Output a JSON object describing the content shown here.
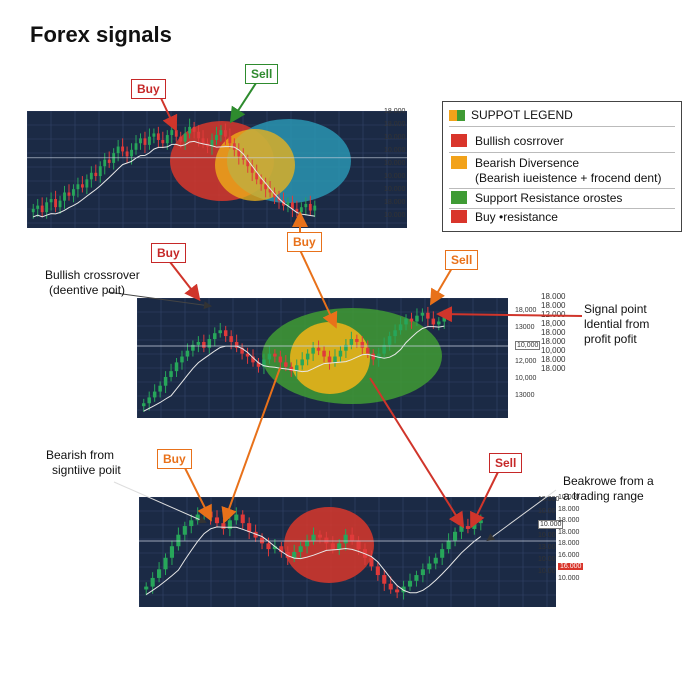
{
  "title": "Forex signals",
  "colors": {
    "panel_bg": "#1b2a45",
    "bull": "#27a65a",
    "bear": "#e03a3a",
    "grid": "#34456a",
    "zone_red": "#d8372b",
    "zone_yellow": "#f2b418",
    "zone_green": "#3f9b34",
    "zone_teal": "#2a9bb8",
    "arrow_orange": "#e8711a",
    "arrow_red": "#d0352b",
    "arrow_green": "#2e8b2e"
  },
  "legend": {
    "title": "SUPPOT LEGEND",
    "items": [
      {
        "label": "Bullish cosrrover",
        "color": "#d9352b"
      },
      {
        "label": "Bearish Diversence",
        "sub": "(Bearish iueistence + frocend dent)",
        "color": "#f2a21a"
      },
      {
        "label": "Support Resistance orostes",
        "color": "#3f9b34"
      },
      {
        "label": "Buy •resistance",
        "color": "#d9352b"
      }
    ]
  },
  "signals": {
    "p1_buy": "Buy",
    "p1_sell": "Sell",
    "p1_buy_below": "Buy",
    "p2_buy": "Buy",
    "p2_sell": "Sell",
    "p3_buy": "Buy",
    "p3_sell": "Sell"
  },
  "notes": {
    "p2_left": [
      "Bullish crossrover",
      "(deentive poit)"
    ],
    "p2_right": [
      "Signal point",
      "ldential from",
      "profit pofit"
    ],
    "p3_left": [
      "Bearish from",
      "signtiive poiit"
    ],
    "p3_right": [
      "Beakrowe from a",
      "a trading range"
    ]
  },
  "scales": {
    "p1": [
      "18.000",
      "18.000",
      "10.000",
      "10.000",
      "10.000",
      "10.000",
      "10.000",
      "18.000",
      "10.000"
    ],
    "p2": [
      "18,000",
      "13000",
      "10,000",
      "12,000",
      "10,000",
      "13000"
    ],
    "p2_right": [
      "18.000",
      "18.000",
      "12.000",
      "18,000",
      "18.000",
      "18.000",
      "10,000",
      "18.000",
      "18.000"
    ],
    "p3": [
      "18.000",
      "10.00",
      "10.000",
      "10.00",
      "13.00",
      "10.00",
      "10.00"
    ],
    "p3_right": [
      "10.000",
      "18.000",
      "18.000",
      "18.000",
      "18.000",
      "16.000",
      "16.000",
      "10.000"
    ]
  },
  "chart_data": [
    {
      "type": "candlestick",
      "title": "",
      "closes": [
        40,
        42,
        38,
        44,
        46,
        41,
        45,
        50,
        48,
        52,
        55,
        53,
        58,
        62,
        60,
        66,
        70,
        68,
        74,
        78,
        75,
        72,
        76,
        80,
        83,
        79,
        84,
        86,
        82,
        80,
        85,
        88,
        84,
        81,
        86,
        90,
        87,
        83,
        80,
        78,
        82,
        85,
        88,
        84,
        80,
        76,
        72,
        70,
        66,
        62,
        58,
        55,
        52,
        50,
        47,
        45,
        42,
        44,
        40,
        38,
        41,
        43,
        39,
        42
      ],
      "overlay_line": "moving average",
      "zones": [
        "red",
        "yellow",
        "teal"
      ],
      "grid": true
    },
    {
      "type": "candlestick",
      "title": "",
      "closes": [
        30,
        34,
        38,
        42,
        48,
        52,
        58,
        62,
        66,
        70,
        72,
        68,
        74,
        78,
        80,
        76,
        72,
        68,
        64,
        62,
        58,
        55,
        60,
        64,
        62,
        58,
        55,
        52,
        56,
        60,
        64,
        68,
        66,
        62,
        58,
        62,
        66,
        70,
        74,
        72,
        68,
        64,
        60,
        64,
        70,
        76,
        80,
        84,
        88,
        86,
        90,
        92,
        88,
        84,
        86,
        90
      ],
      "overlay_line": "moving average",
      "zones": [
        "green",
        "yellow"
      ],
      "grid": true
    },
    {
      "type": "candlestick",
      "title": "",
      "closes": [
        20,
        26,
        32,
        40,
        48,
        56,
        62,
        66,
        70,
        72,
        68,
        64,
        60,
        66,
        70,
        64,
        58,
        54,
        50,
        46,
        48,
        44,
        40,
        44,
        48,
        52,
        56,
        54,
        50,
        46,
        50,
        56,
        52,
        46,
        40,
        34,
        28,
        22,
        18,
        16,
        20,
        24,
        28,
        32,
        36,
        40,
        46,
        52,
        58,
        62,
        60,
        64,
        66
      ],
      "overlay_line": "moving average",
      "zones": [
        "red"
      ],
      "grid": true
    }
  ]
}
